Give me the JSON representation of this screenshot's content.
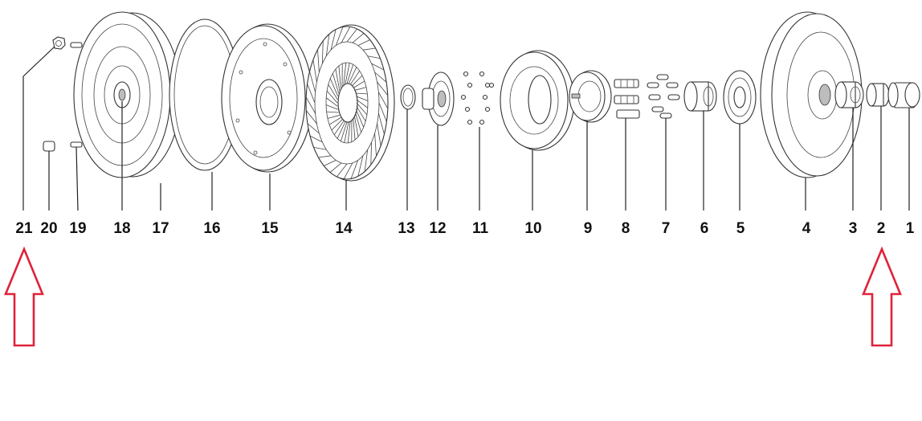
{
  "diagram": {
    "part_numbers": [
      "21",
      "20",
      "19",
      "18",
      "17",
      "16",
      "15",
      "14",
      "13",
      "12",
      "11",
      "10",
      "9",
      "8",
      "7",
      "6",
      "5",
      "4",
      "3",
      "2",
      "1"
    ],
    "arrow_color": "#e0223a",
    "arrow_targets": [
      "21",
      "2"
    ]
  }
}
